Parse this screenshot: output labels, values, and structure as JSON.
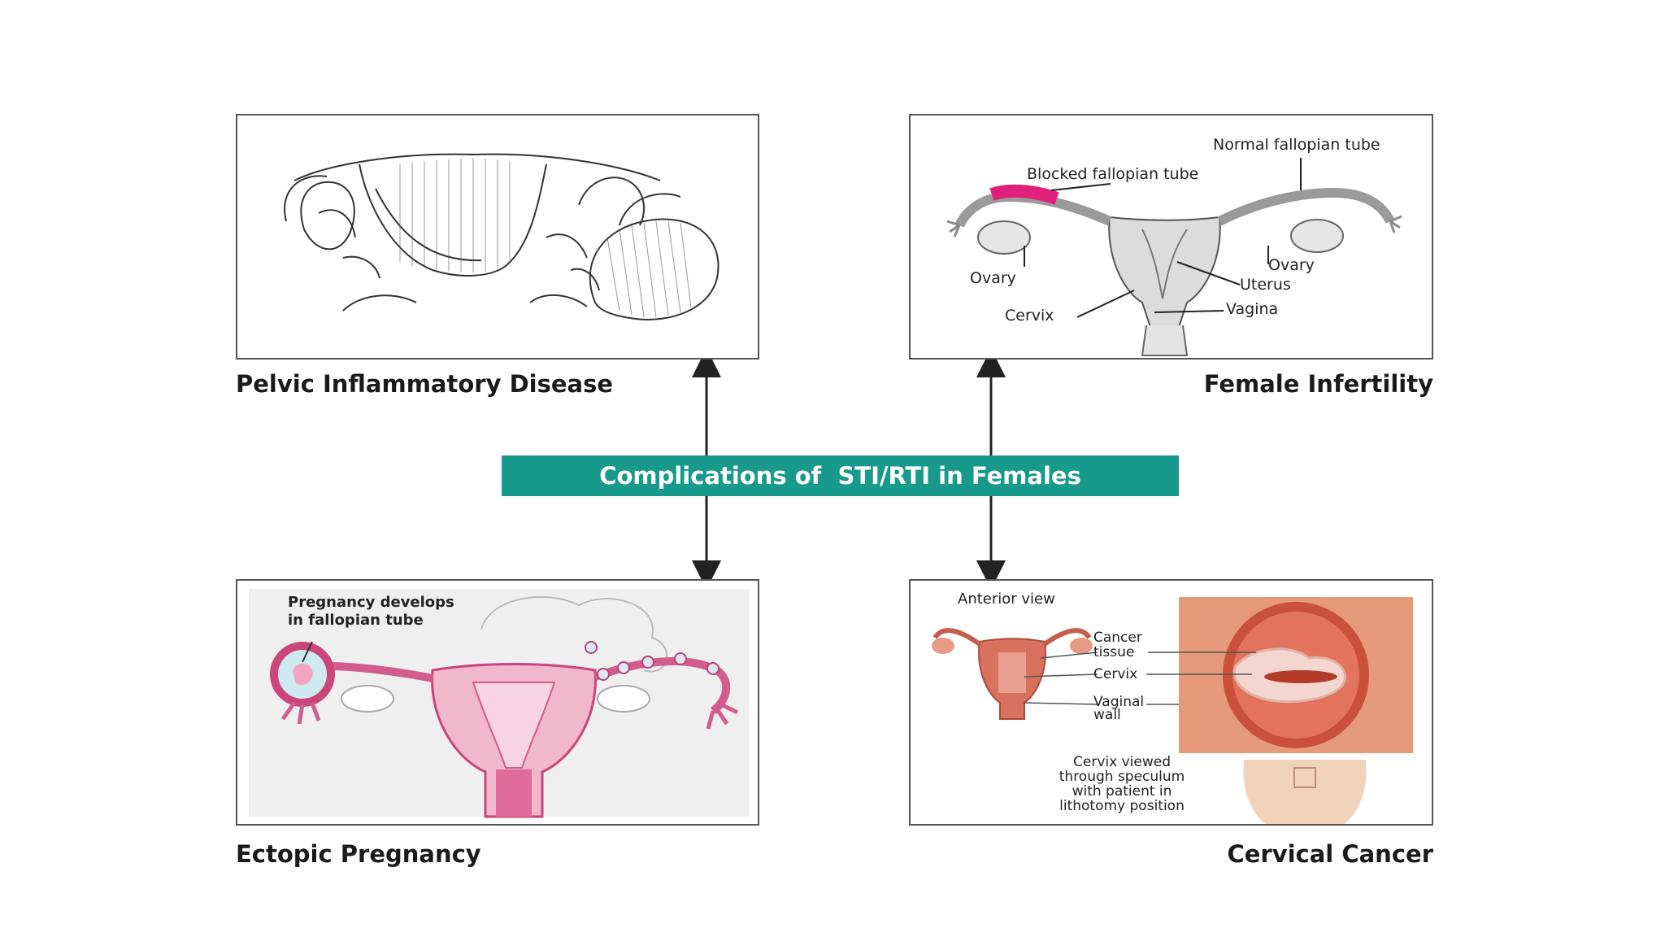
{
  "center": {
    "title": "Complications of  STI/RTI in Females"
  },
  "panels": {
    "pid": {
      "caption": "Pelvic Inflammatory Disease"
    },
    "infertility": {
      "caption": "Female Infertility",
      "labels": {
        "normal_tube": "Normal fallopian tube",
        "blocked_tube": "Blocked fallopian tube",
        "ovary_left": "Ovary",
        "ovary_right": "Ovary",
        "uterus": "Uterus",
        "cervix": "Cervix",
        "vagina": "Vagina"
      }
    },
    "ectopic": {
      "caption": "Ectopic Pregnancy",
      "labels": {
        "line1": "Pregnancy develops",
        "line2": "in fallopian tube"
      }
    },
    "cervical": {
      "caption": "Cervical Cancer",
      "labels": {
        "anterior": "Anterior view",
        "cancer1": "Cancer",
        "cancer2": "tissue",
        "cervix": "Cervix",
        "vaginal1": "Vaginal",
        "vaginal2": "wall",
        "view1": "Cervix viewed",
        "view2": "through speculum",
        "view3": "with patient in",
        "view4": "lithotomy position"
      }
    }
  }
}
